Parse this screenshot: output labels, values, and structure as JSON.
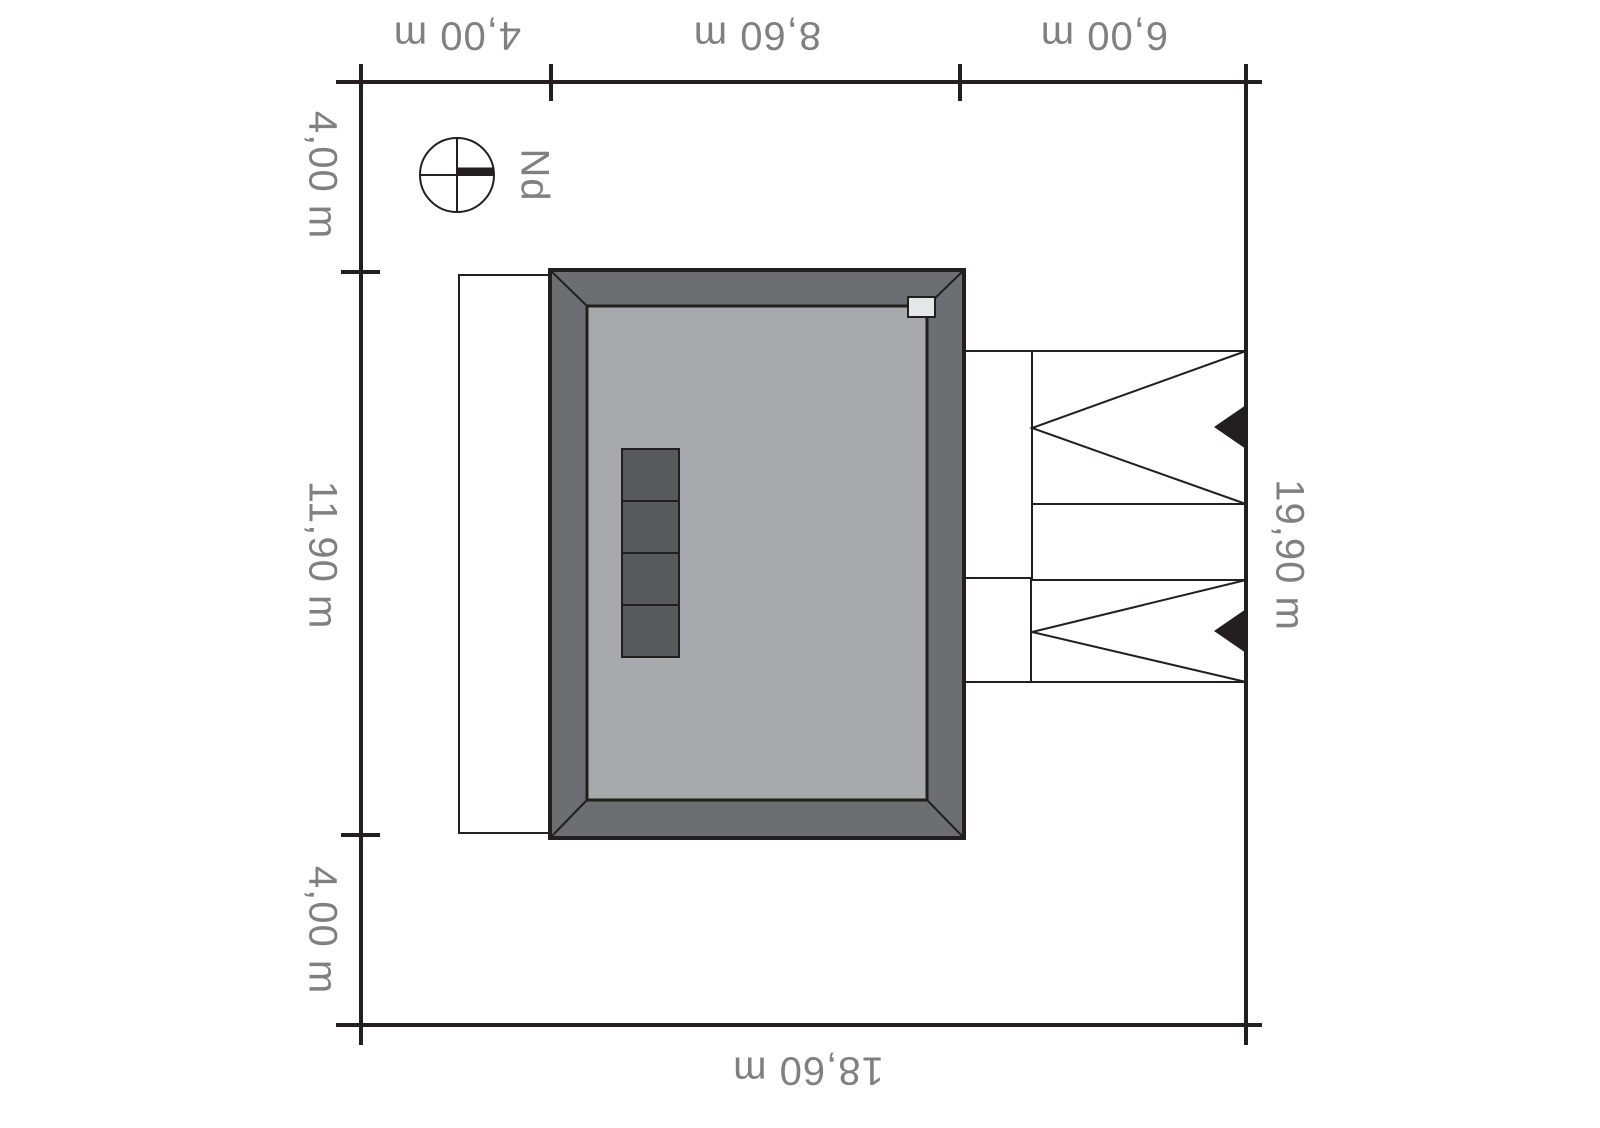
{
  "dimensions": {
    "top_left": "4,00 m",
    "top_middle": "8,60 m",
    "top_right": "6,00 m",
    "bottom_total": "18,60 m",
    "left_top": "4,00 m",
    "left_middle": "11,90 m",
    "left_bottom": "4,00 m",
    "right_total": "19,90 m"
  },
  "compass": {
    "label": "Nd",
    "icon": "north-arrow-icon"
  },
  "colors": {
    "line": "#231f20",
    "text": "#808080",
    "roof_outer": "#6d6e71",
    "roof_inner": "#a7a9ac",
    "skylight": "#58595b",
    "chimney": "#e6e7e8",
    "entrance_arrow": "#231f20"
  }
}
